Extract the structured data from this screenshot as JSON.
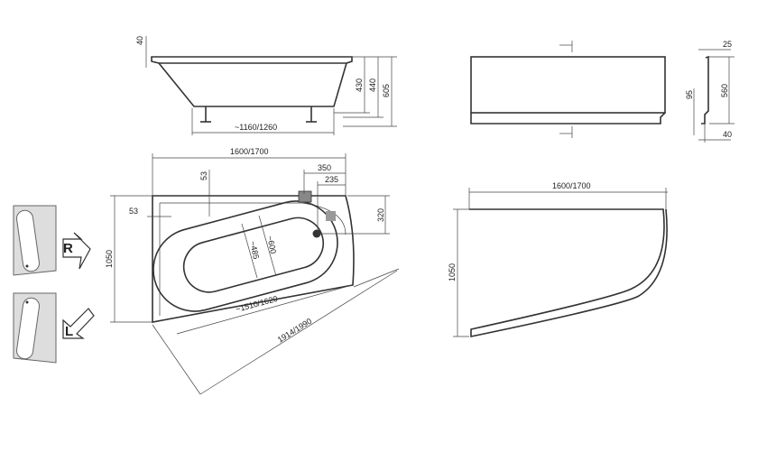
{
  "side_view": {
    "rim": "40",
    "h1": "430",
    "h2": "440",
    "h3": "605",
    "length": "~1160/1260"
  },
  "plan_view": {
    "width": "1600/1700",
    "depth": "1050",
    "d350": "350",
    "d235": "235",
    "d320": "320",
    "rim_top": "53",
    "rim_left": "53",
    "inner_w": "~485",
    "outer_w": "~600",
    "inner_len": "~1510/1620",
    "diagonal": "1914/1990"
  },
  "panel_front": {},
  "panel_profile": {
    "top": "25",
    "total": "560",
    "step": "95",
    "bottom": "40"
  },
  "panel_plan": {
    "width": "1600/1700",
    "depth": "1050"
  },
  "variants": [
    {
      "label": "R"
    },
    {
      "label": "L"
    }
  ],
  "colors": {
    "line": "#333333",
    "dim": "#444444",
    "fixture": "#888888"
  }
}
